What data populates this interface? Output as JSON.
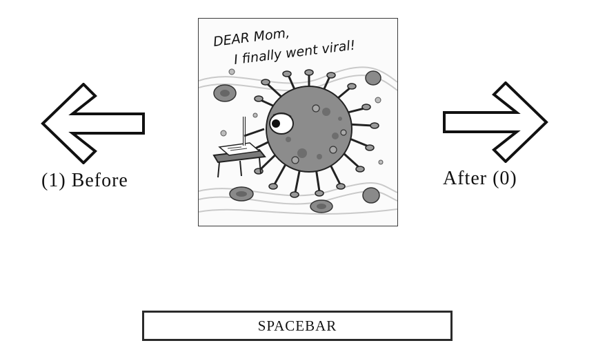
{
  "navigation": {
    "before_label": "(1) Before",
    "after_label": "After (0)",
    "left_arrow_icon": "left-arrow-icon",
    "right_arrow_icon": "right-arrow-icon"
  },
  "cartoon": {
    "caption_line_1": "DEAR Mom,",
    "caption_line_2": "I finally went viral!",
    "illustration": "virus-writing-letter-illustration"
  },
  "spacebar": {
    "label": "SPACEBAR"
  }
}
